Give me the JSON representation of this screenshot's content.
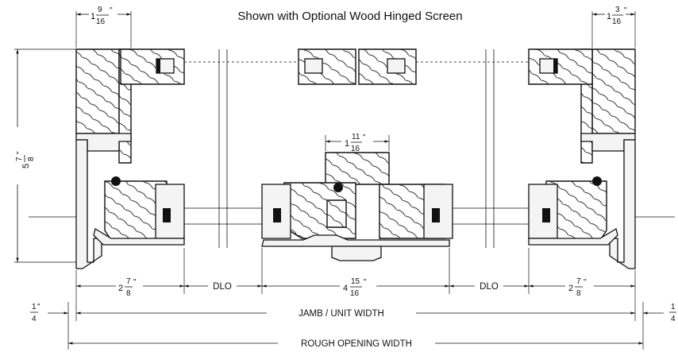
{
  "caption": "Shown with Optional Wood Hinged Screen",
  "dimensions": {
    "top_left": {
      "whole": "1",
      "num": "9",
      "den": "16",
      "unit": "\""
    },
    "top_right": {
      "whole": "1",
      "num": "3",
      "den": "16",
      "unit": "\""
    },
    "height": {
      "whole": "5",
      "num": "7",
      "den": "8",
      "unit": "\""
    },
    "center": {
      "whole": "1",
      "num": "11",
      "den": "16",
      "unit": "\""
    },
    "left_frame": {
      "whole": "2",
      "num": "7",
      "den": "8",
      "unit": "\""
    },
    "middle": {
      "whole": "4",
      "num": "15",
      "den": "16",
      "unit": "\""
    },
    "right_frame": {
      "whole": "2",
      "num": "7",
      "den": "8",
      "unit": "\""
    },
    "left_gap": {
      "num": "1",
      "den": "4",
      "unit": "\""
    },
    "right_gap": {
      "num": "1",
      "den": "4",
      "unit": "\""
    }
  },
  "labels": {
    "dlo_left": "DLO",
    "dlo_right": "DLO",
    "jamb_width": "JAMB / UNIT WIDTH",
    "rough_opening": "ROUGH OPENING WIDTH"
  }
}
